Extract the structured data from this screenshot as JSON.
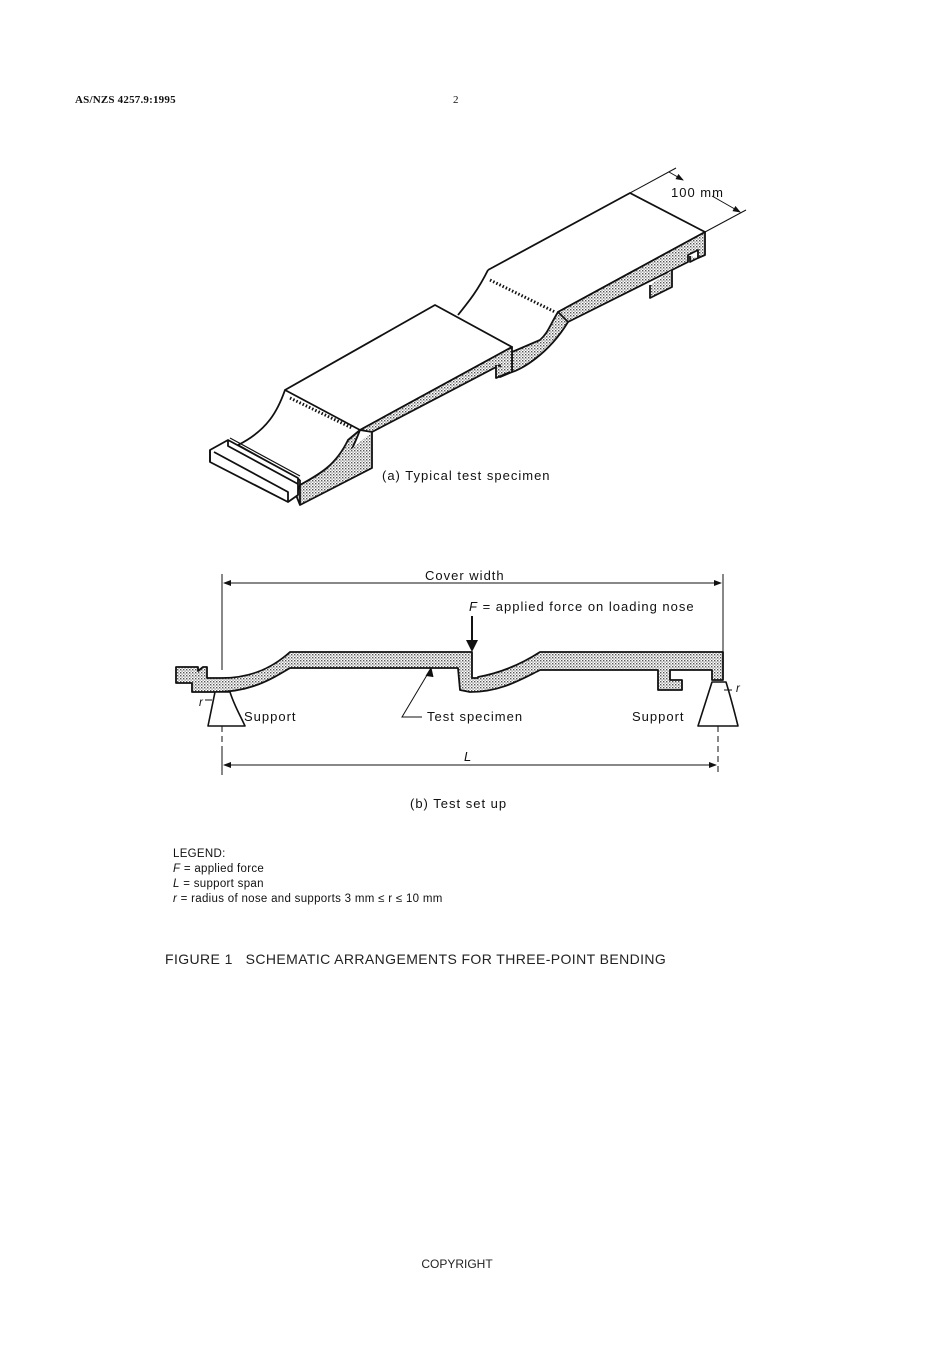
{
  "header": {
    "standard_id": "AS/NZS 4257.9:1995",
    "page_number": "2"
  },
  "figure_a": {
    "dimension_label": "100 mm",
    "caption": "(a) Typical test specimen"
  },
  "figure_b": {
    "cover_width_label": "Cover width",
    "force_symbol": "F",
    "force_label": " = applied force on loading nose",
    "support_left_label": "Support",
    "support_right_label": "Support",
    "specimen_label": "Test specimen",
    "radius_symbol": "r",
    "span_symbol": "L",
    "caption": "(b) Test set up"
  },
  "legend": {
    "title": "LEGEND:",
    "items": [
      {
        "symbol": "F",
        "text": " = applied force"
      },
      {
        "symbol": "L",
        "text": " = support span"
      },
      {
        "symbol": "r",
        "text": " = radius of nose and supports 3 mm ≤ r ≤ 10 mm"
      }
    ]
  },
  "figure_caption": "FIGURE 1   SCHEMATIC ARRANGEMENTS FOR THREE-POINT BENDING",
  "footer": "COPYRIGHT",
  "colors": {
    "ink": "#111111",
    "hatch_fill": "#b8b8b8",
    "background": "#ffffff"
  }
}
